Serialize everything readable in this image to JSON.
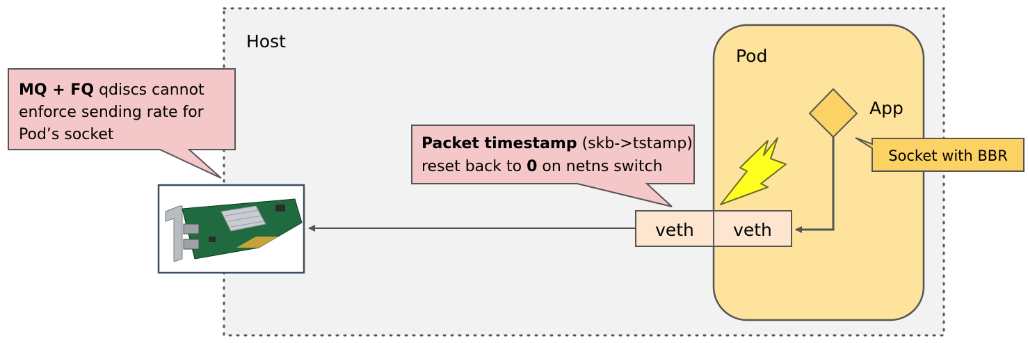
{
  "host": {
    "label": "Host"
  },
  "pod": {
    "label": "Pod"
  },
  "app": {
    "label": "App"
  },
  "socket": {
    "label": "Socket with BBR"
  },
  "veth_host": {
    "label": "veth"
  },
  "veth_pod": {
    "label": "veth"
  },
  "nic_callout": {
    "bold": "MQ + FQ",
    "line1_rest": " qdiscs cannot",
    "line2": "enforce sending rate for",
    "line3": "Pod’s socket"
  },
  "timestamp_callout": {
    "bold": "Packet timestamp",
    "line1_rest": " (skb->tstamp)",
    "line2_prefix": "reset back to ",
    "line2_bold": "0",
    "line2_suffix": " on netns switch"
  },
  "colors": {
    "host_bg": "#f2f2f2",
    "pod_fill": "#fde39b",
    "callout_fill": "#f4c7c9",
    "socket_fill": "#fdd264",
    "diamond_fill": "#fdd264",
    "veth_fill": "#fde5cf",
    "lightning_fill": "#ffff1f",
    "stroke": "#555555"
  }
}
